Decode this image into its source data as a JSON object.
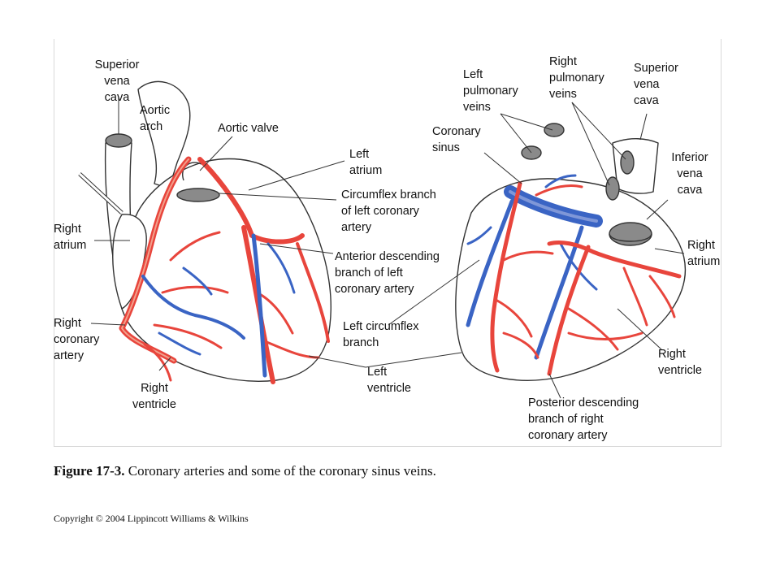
{
  "labels": {
    "superior_vena_cava_left": "Superior\nvena\ncava",
    "aortic_arch": "Aortic\narch",
    "aortic_valve": "Aortic valve",
    "left_atrium": "Left\natrium",
    "circumflex_branch": "Circumflex branch\nof left coronary\nartery",
    "right_atrium_left": "Right\natrium",
    "anterior_descending": "Anterior descending\nbranch of left\ncoronary artery",
    "right_coronary_artery": "Right\ncoronary\nartery",
    "left_circumflex_branch": "Left circumflex\nbranch",
    "right_ventricle_left": "Right\nventricle",
    "left_ventricle": "Left\nventricle",
    "left_pulmonary_veins": "Left\npulmonary\nveins",
    "right_pulmonary_veins": "Right\npulmonary\nveins",
    "superior_vena_cava_right": "Superior\nvena\ncava",
    "coronary_sinus": "Coronary\nsinus",
    "inferior_vena_cava": "Inferior\nvena\ncava",
    "right_atrium_right": "Right\natrium",
    "right_ventricle_right": "Right\nventricle",
    "posterior_descending": "Posterior descending\nbranch of right\ncoronary artery"
  },
  "caption": {
    "figure_number": "Figure 17-3.",
    "text": " Coronary arteries and some of the coronary sinus veins."
  },
  "copyright": "Copyright © 2004 Lippincott Williams & Wilkins",
  "colors": {
    "artery": "#e8453c",
    "artery_light": "#f2a08c",
    "vein": "#3a64c4",
    "vein_light": "#7f97d8",
    "outline": "#333333",
    "vessel_opening": "#8a8a8a"
  }
}
